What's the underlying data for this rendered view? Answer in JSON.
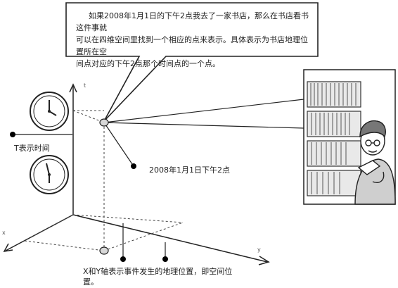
{
  "callout": {
    "line1": "如果2008年1月1日的下午2点我去了一家书店，那么在书店看书这件事就",
    "line2": "可以在四维空间里找到一个相应的点来表示。具体表示为书店地理位置所在空",
    "line3": "间点对应的下午2点那个时间点的一个点。"
  },
  "labels": {
    "t_axis_desc": "T表示时间",
    "event_point": "2008年1月1日下午2点",
    "xy_desc": "X和Y轴表示事件发生的地理位置，即空间位置。"
  },
  "axes": {
    "t": "t",
    "x": "x",
    "y": "y"
  },
  "colors": {
    "line": "#222222",
    "dashed": "#444444",
    "bubble_fill": "#ffffff",
    "point_fill": "#d8d8d8"
  }
}
